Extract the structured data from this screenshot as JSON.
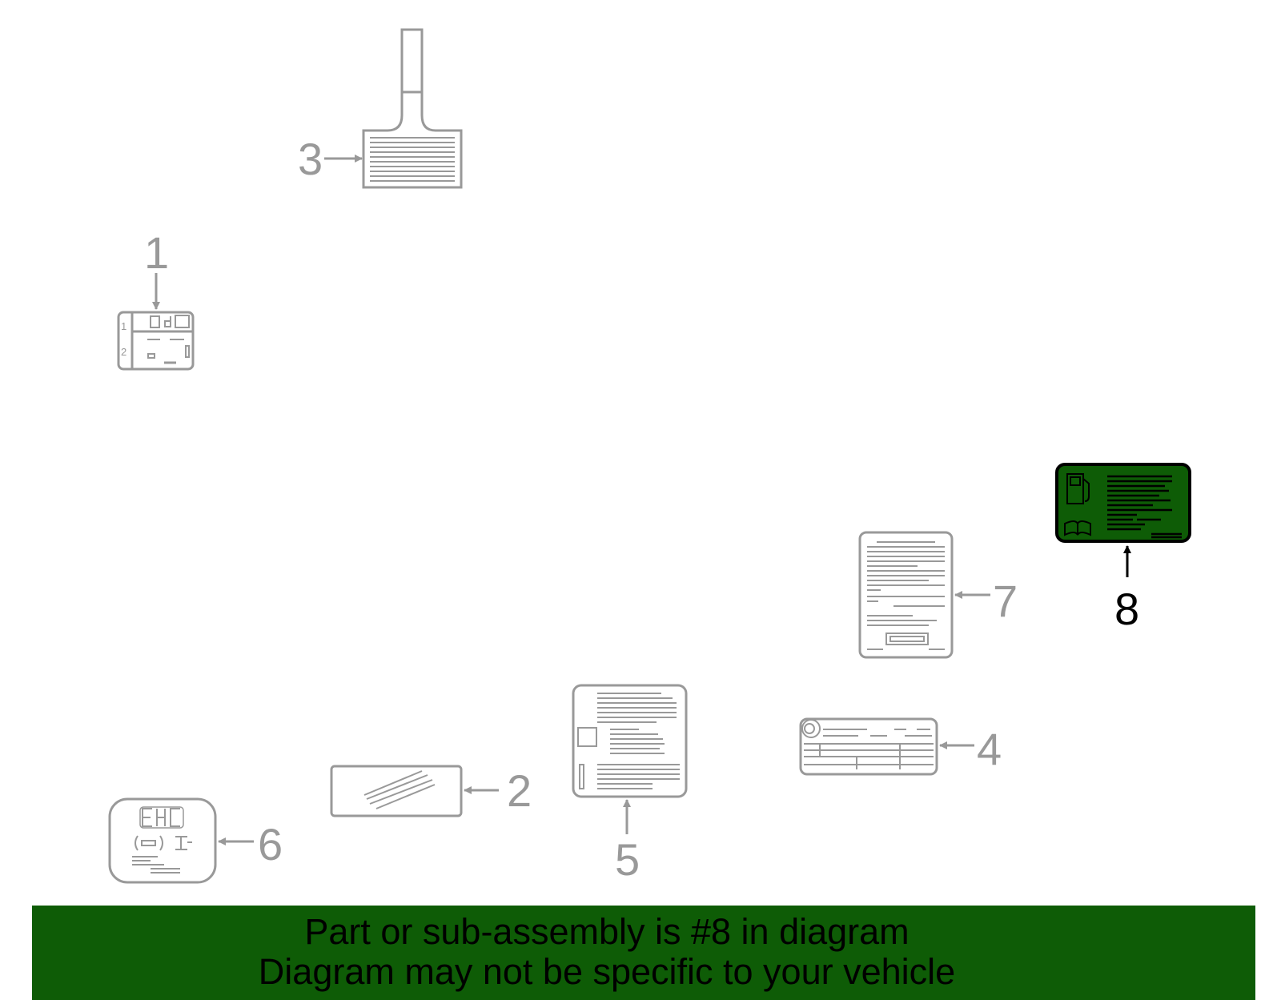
{
  "colors": {
    "part_outline": "#999999",
    "highlight_fill": "#0e5c06",
    "highlight_outline": "#000000",
    "banner_bg": "#0e5c06",
    "banner_text": "#000000",
    "background": "#ffffff"
  },
  "callouts": [
    {
      "number": "1",
      "highlighted": false
    },
    {
      "number": "2",
      "highlighted": false
    },
    {
      "number": "3",
      "highlighted": false
    },
    {
      "number": "4",
      "highlighted": false
    },
    {
      "number": "5",
      "highlighted": false
    },
    {
      "number": "6",
      "highlighted": false
    },
    {
      "number": "7",
      "highlighted": false
    },
    {
      "number": "8",
      "highlighted": true
    }
  ],
  "banner": {
    "line1": "Part or sub-assembly is #8 in diagram",
    "line2": "Diagram may not be specific to your vehicle"
  }
}
